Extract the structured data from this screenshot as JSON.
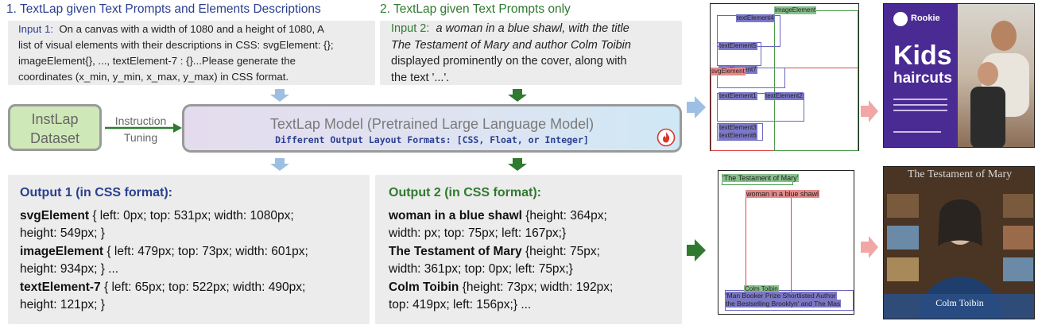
{
  "section1": {
    "title": "1. TextLap given Text Prompts and Elements Descriptions"
  },
  "section2": {
    "title": "2. TextLap given Text Prompts only"
  },
  "input1": {
    "label": "Input 1:",
    "lines": [
      "On a canvas with a width of 1080 and a height of 1080, A",
      "list of visual elements with their descriptions in CSS: svgElement: {};",
      "imageElement{}, ..., textElement-7 : {}...Please generate the",
      "coordinates (x_min, y_min, x_max, y_max) in CSS format."
    ]
  },
  "input2": {
    "label": "Input 2:",
    "lines": [
      "a woman in a blue shawl, with the title",
      "The Testament of Mary and author Colm Toibin",
      "displayed prominently on the cover, along with",
      "the text '...'."
    ]
  },
  "dataset": {
    "line1": "InstLap",
    "line2": "Dataset"
  },
  "tuning": {
    "line1": "Instruction",
    "line2": "Tuning"
  },
  "model": {
    "title": "TextLap Model (Pretrained Large Language Model)",
    "subtitle": "Different Output Layout Formats: [CSS, Float, or Integer]"
  },
  "output1": {
    "heading": "Output 1 (in CSS format):",
    "items": [
      {
        "name": "svgElement",
        "css1": " { left: 0px; top: 531px; width: 1080px;",
        "css2": "height: 549px; }"
      },
      {
        "name": "imageElement",
        "css1": " { left: 479px; top: 73px; width: 601px;",
        "css2": "height: 934px; } ..."
      },
      {
        "name": "textElement-7",
        "css1": " { left: 65px; top: 522px; width: 490px;",
        "css2": "height: 121px; }"
      }
    ]
  },
  "output2": {
    "heading": "Output 2 (in CSS format):",
    "items": [
      {
        "name": "woman in a blue shawl",
        "css1": " {height: 364px;",
        "css2": "width: px; top: 75px; left: 167px;}"
      },
      {
        "name": "The Testament of Mary",
        "css1": " {height: 75px;",
        "css2": "width: 361px; top: 0px; left: 75px;}"
      },
      {
        "name": "Colm Toibin",
        "css1": " {height: 73px; width: 192px;",
        "css2": "top: 419px; left: 156px;} ..."
      }
    ]
  },
  "layout1": {
    "labels": [
      "imageElement",
      "textElement4",
      "textElement5",
      "textElement7",
      "svgElement",
      "textElement1",
      "textElement2",
      "textElement3",
      "textElement6"
    ]
  },
  "layout2": {
    "labels": [
      "'The Testament of Mary'",
      "woman in a blue shawl",
      "Colm Toibin",
      "'Man Booker Prize Shortlisted Author",
      "the Bestselling Brooklyn' and The Mas"
    ]
  },
  "poster1": {
    "brand": "Rookie",
    "title1": "Kids",
    "title2": "haircuts"
  },
  "poster2": {
    "title": "The Testament of Mary",
    "author": "Colm Toibin"
  },
  "colors": {
    "blue_arrow": "#9dbfe3",
    "green_arrow": "#2f7a2f",
    "pink_arrow": "#f2a6a6",
    "purple": "#4a2a93"
  }
}
